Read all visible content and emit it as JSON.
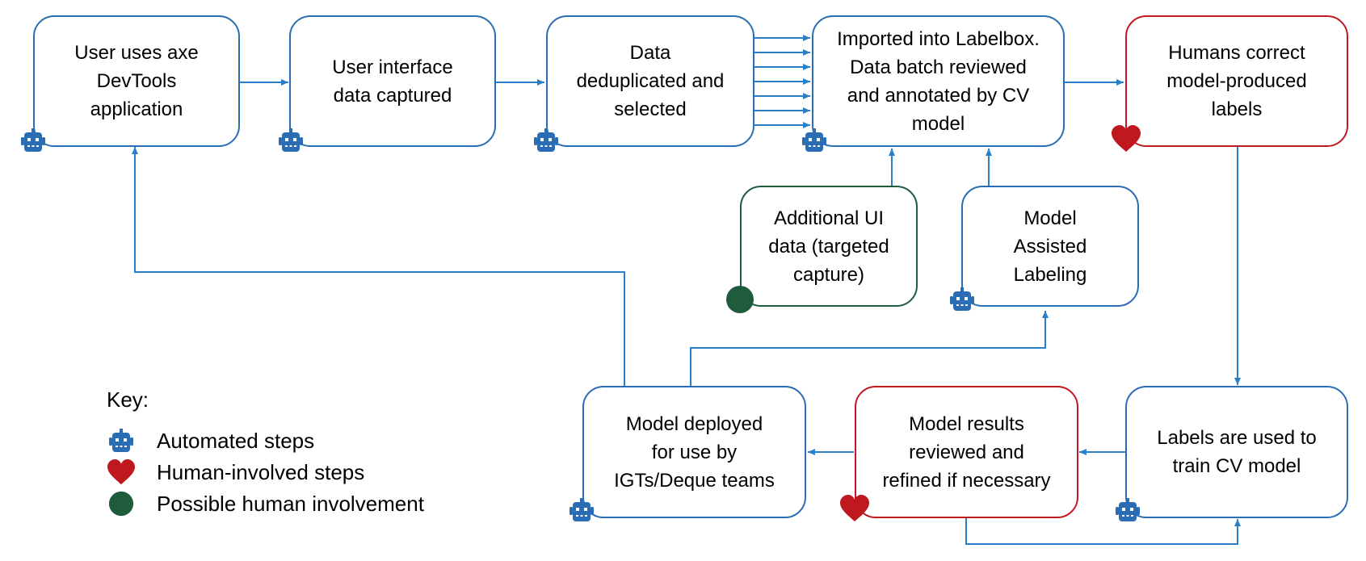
{
  "nodes": {
    "n1": {
      "label": "User uses axe\nDevTools\napplication",
      "marker": "robot-icon"
    },
    "n2": {
      "label": "User interface\ndata captured",
      "marker": "robot-icon"
    },
    "n3": {
      "label": "Data\ndeduplicated and\nselected",
      "marker": "robot-icon"
    },
    "n4": {
      "label": "Imported into Labelbox.\nData batch reviewed\nand annotated by CV\nmodel",
      "marker": "robot-icon"
    },
    "n5": {
      "label": "Humans correct\nmodel-produced\nlabels",
      "marker": "heart-icon"
    },
    "n6": {
      "label": "Additional UI\ndata (targeted\ncapture)",
      "marker": "circle-icon"
    },
    "n7": {
      "label": "Model\nAssisted\nLabeling",
      "marker": "robot-icon"
    },
    "n8": {
      "label": "Model deployed\nfor use by\nIGTs/Deque teams",
      "marker": "robot-icon"
    },
    "n9": {
      "label": "Model results\nreviewed and\nrefined if necessary",
      "marker": "heart-icon"
    },
    "n10": {
      "label": "Labels are used  to\ntrain CV model",
      "marker": "robot-icon"
    }
  },
  "key": {
    "title": "Key:",
    "items": [
      {
        "icon": "robot-icon",
        "label": "Automated steps"
      },
      {
        "icon": "heart-icon",
        "label": "Human-involved steps"
      },
      {
        "icon": "circle-icon",
        "label": "Possible human involvement"
      }
    ]
  },
  "colors": {
    "automated_border": "#2a6db5",
    "human_border": "#c0181f",
    "possible_border": "#1f5c3e",
    "robot_icon": "#2a6db5",
    "heart_icon": "#c0181f",
    "circle_icon": "#1f5c3e",
    "arrow": "#2a7fc9"
  }
}
